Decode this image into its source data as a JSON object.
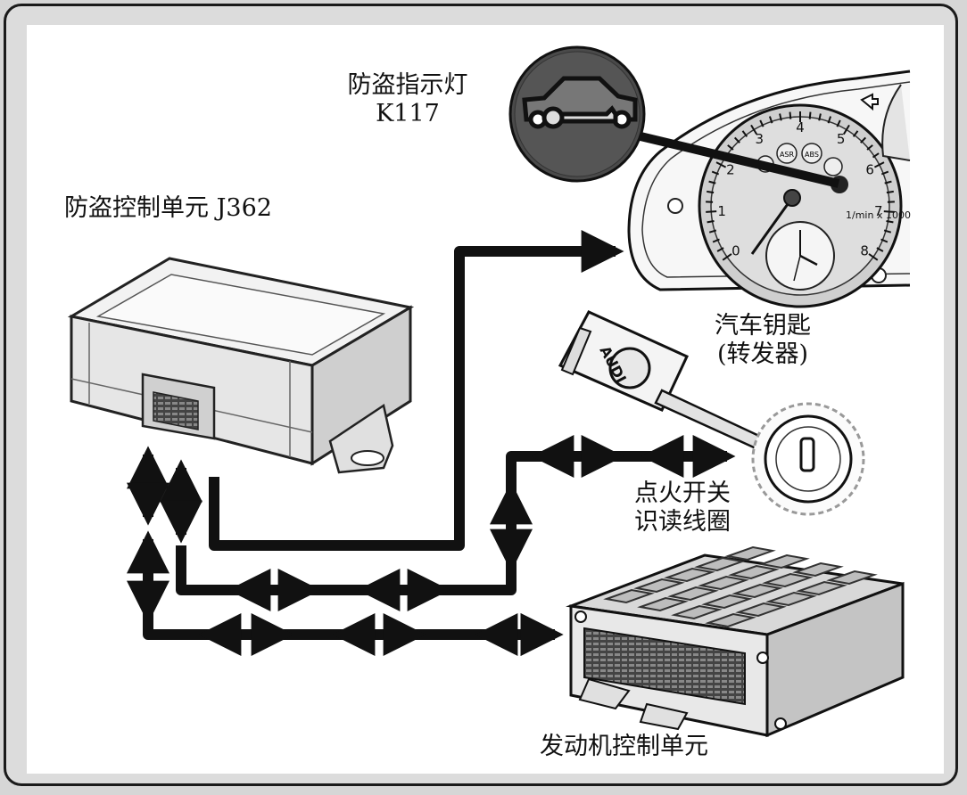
{
  "labels": {
    "indicator_line1": "防盗指示灯",
    "indicator_line2": "K117",
    "immobilizer_unit": "防盗控制单元 J362",
    "key_line1": "汽车钥匙",
    "key_line2": "(转发器)",
    "ignition_line1": "点火开关",
    "ignition_line2": "识读线圈",
    "engine_unit": "发动机控制单元"
  },
  "instrument": {
    "scale_numbers": [
      "0",
      "1",
      "2",
      "3",
      "4",
      "5",
      "6",
      "7",
      "8"
    ],
    "unit_text": "1/min x 1000",
    "warning_labels": [
      "ASR",
      "ABS"
    ]
  },
  "key_brand": "AUDI",
  "colors": {
    "line": "#111111",
    "frame": "#1a1a1a",
    "background": "#dcdcdc"
  }
}
